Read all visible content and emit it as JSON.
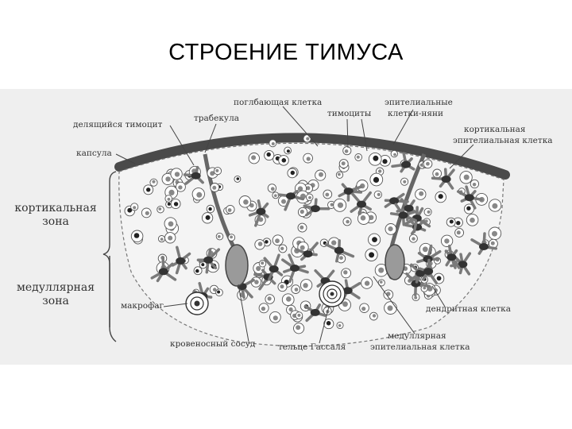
{
  "slide": {
    "title": "СТРОЕНИЕ ТИМУСА"
  },
  "diagram": {
    "labels": {
      "dividing_thymocyte": "делящийся тимоцит",
      "trabecula": "трабекула",
      "engulfing_cell": "поглбающая клетка",
      "thymocytes": "тимоциты",
      "epithelial_nurse_line1": "эпителиальные",
      "epithelial_nurse_line2": "клетки-няни",
      "cortical_epithelial_line1": "кортикальная",
      "cortical_epithelial_line2": "эпителиальная клетка",
      "capsule": "капсула",
      "macrophage": "макрофаг",
      "blood_vessel": "кровеносный сосуд",
      "hassall_body": "тельце Гассаля",
      "medullary_epithelial_line1": "медуллярная",
      "medullary_epithelial_line2": "эпителиальная клетка",
      "dendritic_cell": "дендритная клетка"
    },
    "zones": {
      "cortical_line1": "кортикальная",
      "cortical_line2": "зона",
      "medullary_line1": "медуллярная",
      "medullary_line2": "зона"
    }
  }
}
